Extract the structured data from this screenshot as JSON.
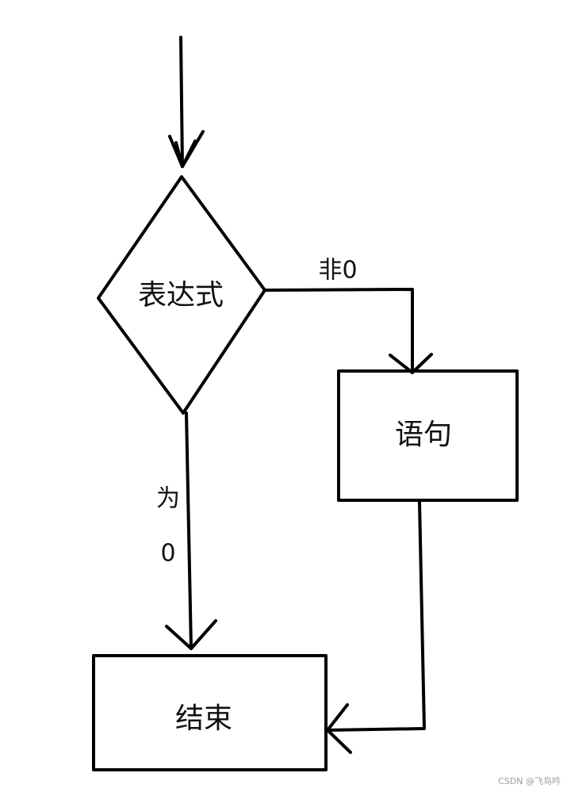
{
  "nodes": {
    "decision": "表达式",
    "statement": "语句",
    "end": "结束"
  },
  "edges": {
    "nonzero": "非0",
    "zero_line1": "为",
    "zero_line2": "0"
  },
  "watermark": "CSDN @飞鸟吟",
  "colors": {
    "stroke": "#000000",
    "background": "#ffffff",
    "text": "#111111",
    "watermark": "#9a9a9a"
  }
}
